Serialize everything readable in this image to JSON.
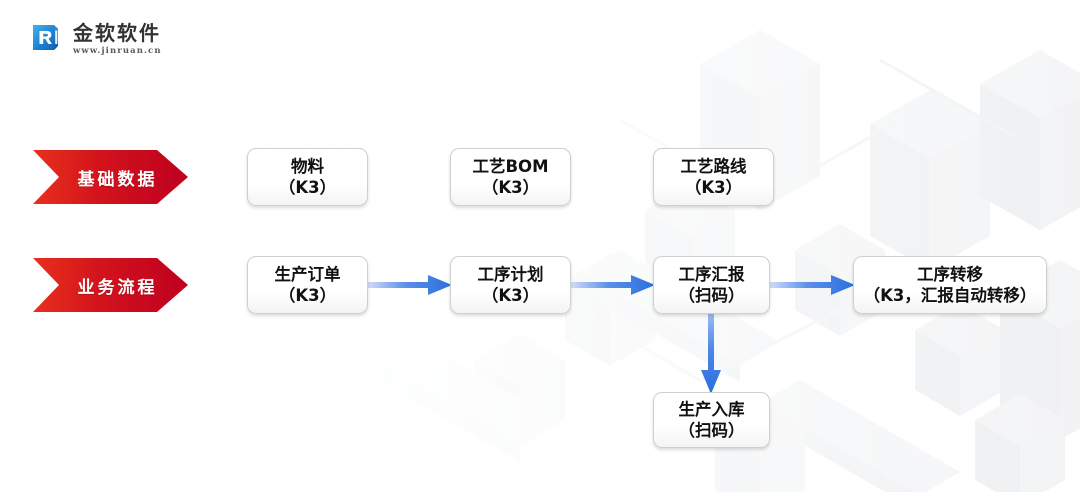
{
  "brand": {
    "name_cn": "金软软件",
    "url": "www.jinruan.cn",
    "mark_letter": "R",
    "mark_color": "#1b7fd4",
    "text_color": "#333333"
  },
  "theme": {
    "banner_red_light": "#e8301c",
    "banner_red_dark": "#be0020",
    "arrow_blue": "#2b6ede",
    "arrow_blue_light": "#cfdcfa",
    "node_border": "#cfcfcf",
    "node_text": "#111111",
    "background": "#ffffff"
  },
  "banners": [
    {
      "id": "basic-data",
      "label": "基础数据"
    },
    {
      "id": "business-flow",
      "label": "业务流程"
    }
  ],
  "rows": {
    "basic_data": {
      "banner_label": "基础数据",
      "nodes": [
        {
          "id": "material",
          "line1": "物料",
          "line2": "（K3）"
        },
        {
          "id": "route-bom",
          "line1": "工艺BOM",
          "line2": "（K3）"
        },
        {
          "id": "route-line",
          "line1": "工艺路线",
          "line2": "（K3）"
        }
      ]
    },
    "business_flow": {
      "banner_label": "业务流程",
      "nodes": [
        {
          "id": "prod-order",
          "line1": "生产订单",
          "line2": "（K3）"
        },
        {
          "id": "op-plan",
          "line1": "工序计划",
          "line2": "（K3）"
        },
        {
          "id": "op-report",
          "line1": "工序汇报",
          "line2": "（扫码）"
        },
        {
          "id": "op-transfer",
          "line1": "工序转移",
          "line2": "（K3，汇报自动转移）"
        },
        {
          "id": "prod-inbound",
          "line1": "生产入库",
          "line2": "（扫码）"
        }
      ]
    }
  },
  "connectors": [
    {
      "id": "arrow-1",
      "from": "prod-order",
      "to": "op-plan",
      "direction": "right"
    },
    {
      "id": "arrow-2",
      "from": "op-plan",
      "to": "op-report",
      "direction": "right"
    },
    {
      "id": "arrow-3",
      "from": "op-report",
      "to": "op-transfer",
      "direction": "right"
    },
    {
      "id": "arrow-4",
      "from": "op-report",
      "to": "prod-inbound",
      "direction": "down"
    }
  ],
  "background": {
    "description": "faint isometric factory machinery watermark"
  }
}
